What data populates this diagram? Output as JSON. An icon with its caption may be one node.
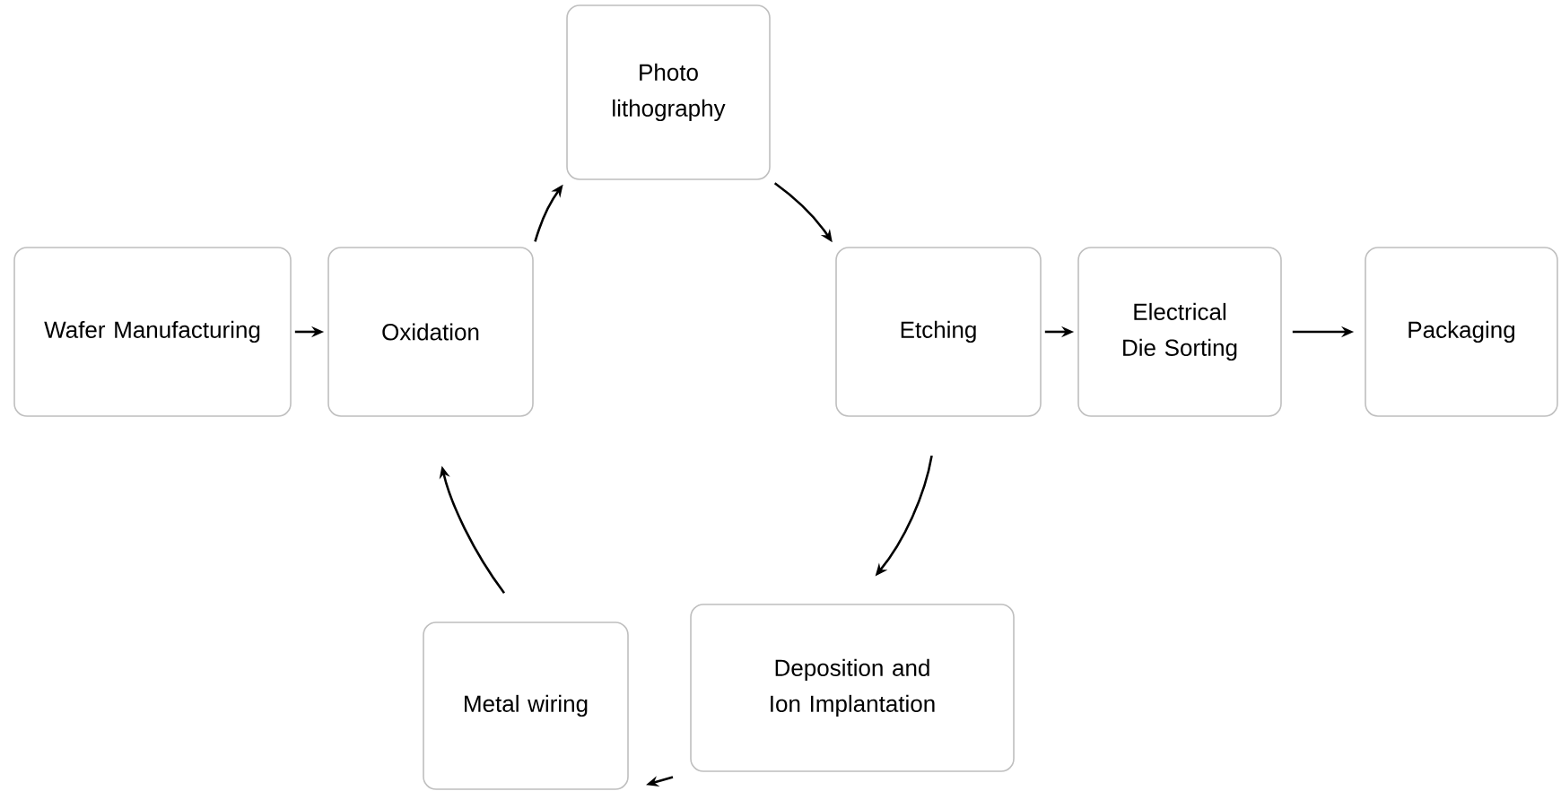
{
  "diagram": {
    "nodes": [
      {
        "text": [
          "Wafer Manufacturing"
        ]
      },
      {
        "text": [
          "Oxidation"
        ]
      },
      {
        "text": [
          "Photo lithography"
        ]
      },
      {
        "text": [
          "Etching"
        ]
      },
      {
        "text": [
          "Electrical Die Sorting"
        ]
      },
      {
        "text": [
          "Packaging"
        ]
      },
      {
        "text": [
          "Deposition and Ion Implantation"
        ]
      },
      {
        "text": [
          "Metal wiring"
        ]
      }
    ],
    "edges": [
      {
        "from": 0,
        "to": 1,
        "arrow": "to"
      },
      {
        "from": 1,
        "to": 2,
        "arrow": "to"
      },
      {
        "from": 2,
        "to": 3,
        "arrow": "to"
      },
      {
        "from": 3,
        "to": 4,
        "arrow": "to"
      },
      {
        "from": 4,
        "to": 5,
        "arrow": "to"
      },
      {
        "from": 3,
        "to": 6,
        "arrow": "to"
      },
      {
        "from": 6,
        "to": 7,
        "arrow": "to"
      },
      {
        "from": 7,
        "to": 1,
        "arrow": "to"
      }
    ]
  }
}
